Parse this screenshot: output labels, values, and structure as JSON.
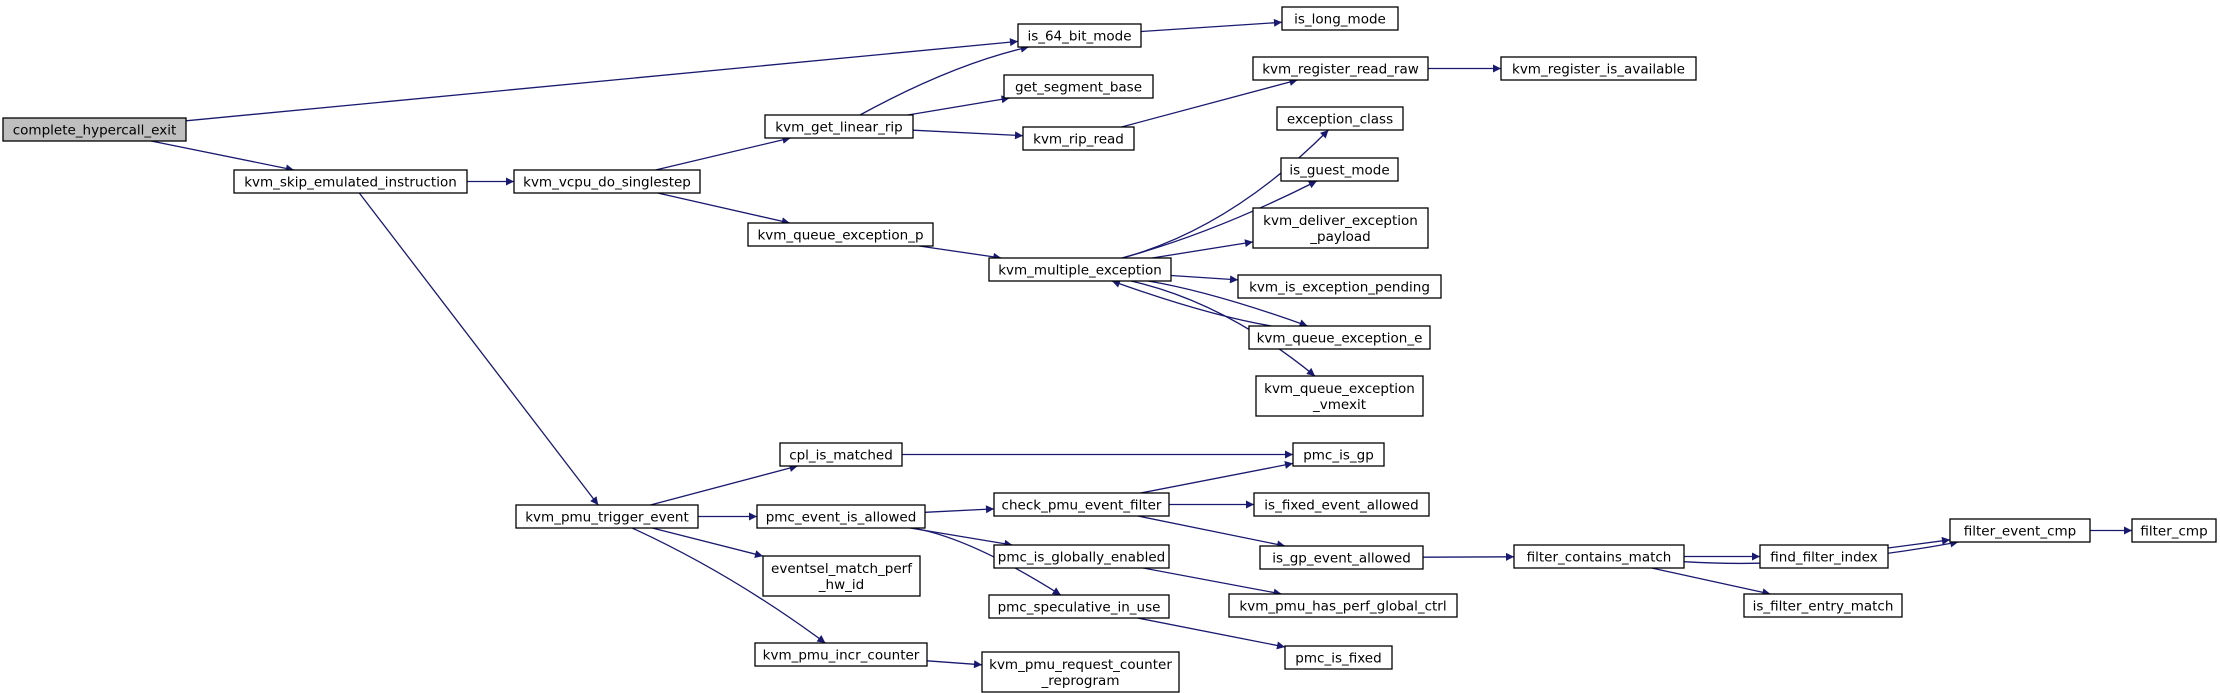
{
  "diagram": {
    "type": "call-graph",
    "root_fill": "#bfbfbf",
    "node_fill": "#ffffff",
    "edge_color": "#191970",
    "nodes": [
      {
        "id": "complete_hypercall_exit",
        "lines": [
          "complete_hypercall_exit"
        ],
        "root": true
      },
      {
        "id": "kvm_skip_emulated_instruction",
        "lines": [
          "kvm_skip_emulated_instruction"
        ]
      },
      {
        "id": "is_64_bit_mode",
        "lines": [
          "is_64_bit_mode"
        ]
      },
      {
        "id": "is_long_mode",
        "lines": [
          "is_long_mode"
        ]
      },
      {
        "id": "kvm_vcpu_do_singlestep",
        "lines": [
          "kvm_vcpu_do_singlestep"
        ]
      },
      {
        "id": "kvm_pmu_trigger_event",
        "lines": [
          "kvm_pmu_trigger_event"
        ]
      },
      {
        "id": "kvm_get_linear_rip",
        "lines": [
          "kvm_get_linear_rip"
        ]
      },
      {
        "id": "get_segment_base",
        "lines": [
          "get_segment_base"
        ]
      },
      {
        "id": "kvm_rip_read",
        "lines": [
          "kvm_rip_read"
        ]
      },
      {
        "id": "kvm_register_read_raw",
        "lines": [
          "kvm_register_read_raw"
        ]
      },
      {
        "id": "kvm_register_is_available",
        "lines": [
          "kvm_register_is_available"
        ]
      },
      {
        "id": "kvm_queue_exception_p",
        "lines": [
          "kvm_queue_exception_p"
        ]
      },
      {
        "id": "kvm_multiple_exception",
        "lines": [
          "kvm_multiple_exception"
        ]
      },
      {
        "id": "exception_class",
        "lines": [
          "exception_class"
        ]
      },
      {
        "id": "is_guest_mode",
        "lines": [
          "is_guest_mode"
        ]
      },
      {
        "id": "kvm_deliver_exception_payload",
        "lines": [
          "kvm_deliver_exception",
          "_payload"
        ]
      },
      {
        "id": "kvm_is_exception_pending",
        "lines": [
          "kvm_is_exception_pending"
        ]
      },
      {
        "id": "kvm_queue_exception_e",
        "lines": [
          "kvm_queue_exception_e"
        ]
      },
      {
        "id": "kvm_queue_exception_vmexit",
        "lines": [
          "kvm_queue_exception",
          "_vmexit"
        ]
      },
      {
        "id": "cpl_is_matched",
        "lines": [
          "cpl_is_matched"
        ]
      },
      {
        "id": "pmc_is_gp",
        "lines": [
          "pmc_is_gp"
        ]
      },
      {
        "id": "pmc_event_is_allowed",
        "lines": [
          "pmc_event_is_allowed"
        ]
      },
      {
        "id": "eventsel_match_perf_hw_id",
        "lines": [
          "eventsel_match_perf",
          "_hw_id"
        ]
      },
      {
        "id": "kvm_pmu_incr_counter",
        "lines": [
          "kvm_pmu_incr_counter"
        ]
      },
      {
        "id": "check_pmu_event_filter",
        "lines": [
          "check_pmu_event_filter"
        ]
      },
      {
        "id": "is_fixed_event_allowed",
        "lines": [
          "is_fixed_event_allowed"
        ]
      },
      {
        "id": "is_gp_event_allowed",
        "lines": [
          "is_gp_event_allowed"
        ]
      },
      {
        "id": "filter_contains_match",
        "lines": [
          "filter_contains_match"
        ]
      },
      {
        "id": "filter_event_cmp",
        "lines": [
          "filter_event_cmp"
        ]
      },
      {
        "id": "filter_cmp",
        "lines": [
          "filter_cmp"
        ]
      },
      {
        "id": "find_filter_index",
        "lines": [
          "find_filter_index"
        ]
      },
      {
        "id": "is_filter_entry_match",
        "lines": [
          "is_filter_entry_match"
        ]
      },
      {
        "id": "pmc_is_globally_enabled",
        "lines": [
          "pmc_is_globally_enabled"
        ]
      },
      {
        "id": "kvm_pmu_has_perf_global_ctrl",
        "lines": [
          "kvm_pmu_has_perf_global_ctrl"
        ]
      },
      {
        "id": "pmc_speculative_in_use",
        "lines": [
          "pmc_speculative_in_use"
        ]
      },
      {
        "id": "pmc_is_fixed",
        "lines": [
          "pmc_is_fixed"
        ]
      },
      {
        "id": "kvm_pmu_request_counter_reprogram",
        "lines": [
          "kvm_pmu_request_counter",
          "_reprogram"
        ]
      }
    ],
    "edges": [
      {
        "from": "complete_hypercall_exit",
        "to": "is_64_bit_mode"
      },
      {
        "from": "complete_hypercall_exit",
        "to": "kvm_skip_emulated_instruction"
      },
      {
        "from": "is_64_bit_mode",
        "to": "is_long_mode"
      },
      {
        "from": "kvm_skip_emulated_instruction",
        "to": "kvm_vcpu_do_singlestep"
      },
      {
        "from": "kvm_skip_emulated_instruction",
        "to": "kvm_pmu_trigger_event"
      },
      {
        "from": "kvm_vcpu_do_singlestep",
        "to": "kvm_get_linear_rip"
      },
      {
        "from": "kvm_vcpu_do_singlestep",
        "to": "kvm_queue_exception_p"
      },
      {
        "from": "kvm_get_linear_rip",
        "to": "is_64_bit_mode"
      },
      {
        "from": "kvm_get_linear_rip",
        "to": "get_segment_base"
      },
      {
        "from": "kvm_get_linear_rip",
        "to": "kvm_rip_read"
      },
      {
        "from": "kvm_rip_read",
        "to": "kvm_register_read_raw"
      },
      {
        "from": "kvm_register_read_raw",
        "to": "kvm_register_is_available"
      },
      {
        "from": "kvm_queue_exception_p",
        "to": "kvm_multiple_exception"
      },
      {
        "from": "kvm_multiple_exception",
        "to": "exception_class"
      },
      {
        "from": "kvm_multiple_exception",
        "to": "is_guest_mode"
      },
      {
        "from": "kvm_multiple_exception",
        "to": "kvm_deliver_exception_payload"
      },
      {
        "from": "kvm_multiple_exception",
        "to": "kvm_is_exception_pending"
      },
      {
        "from": "kvm_multiple_exception",
        "to": "kvm_queue_exception_e"
      },
      {
        "from": "kvm_queue_exception_e",
        "to": "kvm_multiple_exception"
      },
      {
        "from": "kvm_multiple_exception",
        "to": "kvm_queue_exception_vmexit"
      },
      {
        "from": "kvm_pmu_trigger_event",
        "to": "cpl_is_matched"
      },
      {
        "from": "kvm_pmu_trigger_event",
        "to": "pmc_event_is_allowed"
      },
      {
        "from": "kvm_pmu_trigger_event",
        "to": "eventsel_match_perf_hw_id"
      },
      {
        "from": "kvm_pmu_trigger_event",
        "to": "kvm_pmu_incr_counter"
      },
      {
        "from": "cpl_is_matched",
        "to": "pmc_is_gp"
      },
      {
        "from": "pmc_event_is_allowed",
        "to": "check_pmu_event_filter"
      },
      {
        "from": "pmc_event_is_allowed",
        "to": "pmc_is_globally_enabled"
      },
      {
        "from": "pmc_event_is_allowed",
        "to": "pmc_speculative_in_use"
      },
      {
        "from": "check_pmu_event_filter",
        "to": "pmc_is_gp"
      },
      {
        "from": "check_pmu_event_filter",
        "to": "is_fixed_event_allowed"
      },
      {
        "from": "check_pmu_event_filter",
        "to": "is_gp_event_allowed"
      },
      {
        "from": "is_gp_event_allowed",
        "to": "filter_contains_match"
      },
      {
        "from": "filter_contains_match",
        "to": "filter_event_cmp"
      },
      {
        "from": "filter_contains_match",
        "to": "find_filter_index"
      },
      {
        "from": "filter_contains_match",
        "to": "is_filter_entry_match"
      },
      {
        "from": "find_filter_index",
        "to": "filter_event_cmp"
      },
      {
        "from": "filter_event_cmp",
        "to": "filter_cmp"
      },
      {
        "from": "pmc_is_globally_enabled",
        "to": "kvm_pmu_has_perf_global_ctrl"
      },
      {
        "from": "pmc_speculative_in_use",
        "to": "pmc_is_fixed"
      },
      {
        "from": "kvm_pmu_incr_counter",
        "to": "kvm_pmu_request_counter_reprogram"
      }
    ]
  }
}
